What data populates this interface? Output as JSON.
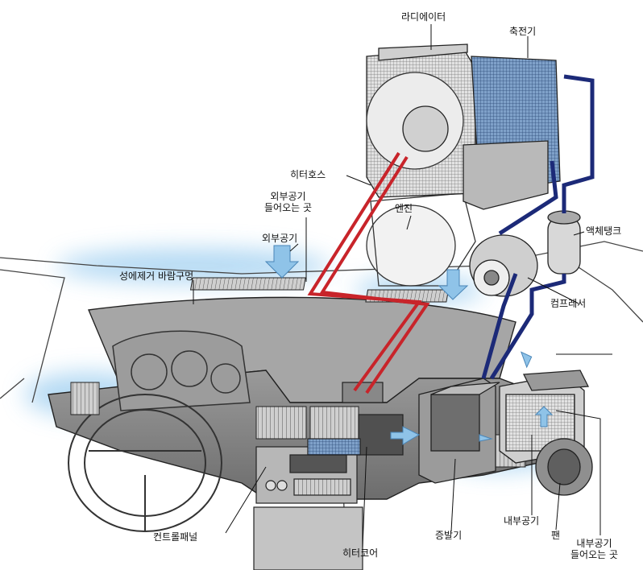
{
  "diagram": {
    "labels": {
      "radiator": "라디에이터",
      "condenser": "축전기",
      "heater_hose": "히터호스",
      "outside_air_inlet_line1": "외부공기",
      "outside_air_inlet_line2": "들어오는 곳",
      "engine": "엔진",
      "outside_air": "외부공기",
      "defrost_vent": "성에제거 바람구멍",
      "receiver_tank": "액체탱크",
      "compressor": "컴프레서",
      "control_panel": "컨트롤패널",
      "heater_core": "히터코어",
      "evaporator": "증발기",
      "inside_air": "내부공기",
      "fan": "팬",
      "inside_air_inlet_line1": "내부공기",
      "inside_air_inlet_line2": "들어오는 곳"
    },
    "colors": {
      "hot_pipe": "#c8242a",
      "cold_pipe": "#1c2a78",
      "air_flow": "#8fc3e8",
      "glow": "#a9d4f2",
      "body_gray": "#8a8a8a",
      "line": "#222222"
    }
  }
}
